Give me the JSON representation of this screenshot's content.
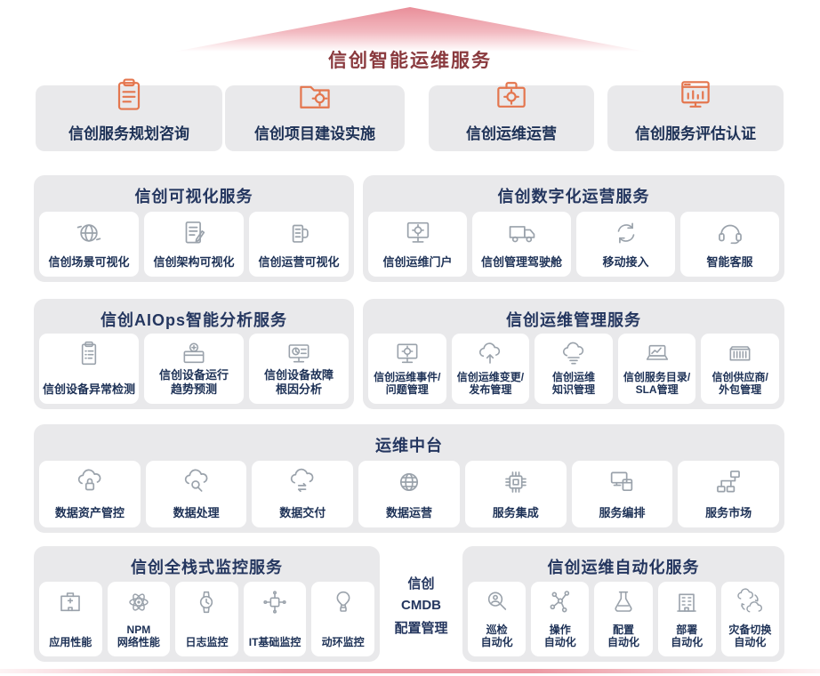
{
  "page": {
    "title": "信创智能运维服务"
  },
  "colors": {
    "accent_orange": "#e4764e",
    "navy_text": "#1d3156",
    "section_title_navy": "#24365f",
    "main_title_red": "#8a3a3e",
    "panel_gray": "#e9e9eb",
    "icon_gray": "#9aa2ab",
    "roof_pink": "#e98e99"
  },
  "top_services": [
    {
      "label": "信创服务规划咨询",
      "icon": "clipboard-pen-icon"
    },
    {
      "label": "信创项目建设实施",
      "icon": "folder-gear-icon"
    },
    {
      "label": "信创运维运营",
      "icon": "case-gear-icon"
    },
    {
      "label": "信创服务评估认证",
      "icon": "browser-chart-icon"
    }
  ],
  "sections": {
    "vis": {
      "title": "信创可视化服务",
      "items": [
        {
          "label": "信创场景可视化",
          "icon": "globe-arrows-icon"
        },
        {
          "label": "信创架构可视化",
          "icon": "doc-pen-icon"
        },
        {
          "label": "信创运营可视化",
          "icon": "mug-meter-icon"
        }
      ]
    },
    "digital": {
      "title": "信创数字化运营服务",
      "items": [
        {
          "label": "信创运维门户",
          "icon": "monitor-gear-icon"
        },
        {
          "label": "信创管理驾驶舱",
          "icon": "truck-icon"
        },
        {
          "label": "移动接入",
          "icon": "refresh-arrows-icon"
        },
        {
          "label": "智能客服",
          "icon": "vr-headset-icon"
        }
      ]
    },
    "aiops": {
      "title": "信创AIOps智能分析服务",
      "items": [
        {
          "label": "信创设备异常检测",
          "icon": "clipboard-list-icon"
        },
        {
          "label": "信创设备运行\n趋势预测",
          "icon": "medkit-icon"
        },
        {
          "label": "信创设备故障\n根因分析",
          "icon": "monitor-pie-icon"
        }
      ]
    },
    "mgmt": {
      "title": "信创运维管理服务",
      "items": [
        {
          "label": "信创运维事件/\n问题管理",
          "icon": "monitor-gear-icon"
        },
        {
          "label": "信创运维变更/\n发布管理",
          "icon": "cloud-upload-icon"
        },
        {
          "label": "信创运维\n知识管理",
          "icon": "cloud-layers-icon"
        },
        {
          "label": "信创服务目录/\nSLA管理",
          "icon": "laptop-chart-icon"
        },
        {
          "label": "信创供应商/\n外包管理",
          "icon": "container-icon"
        }
      ]
    },
    "platform": {
      "title": "运维中台",
      "items": [
        {
          "label": "数据资产管控",
          "icon": "cloud-lock-icon"
        },
        {
          "label": "数据处理",
          "icon": "cloud-search-icon"
        },
        {
          "label": "数据交付",
          "icon": "cloud-sync-icon"
        },
        {
          "label": "数据运营",
          "icon": "globe-grid-icon"
        },
        {
          "label": "服务集成",
          "icon": "chip-icon"
        },
        {
          "label": "服务编排",
          "icon": "screens-icon"
        },
        {
          "label": "服务市场",
          "icon": "server-network-icon"
        }
      ]
    },
    "monitor": {
      "title": "信创全栈式监控服务",
      "items": [
        {
          "label": "应用性能",
          "icon": "hospital-icon"
        },
        {
          "label": "NPM\n网络性能",
          "icon": "atom-icon"
        },
        {
          "label": "日志监控",
          "icon": "watch-icon"
        },
        {
          "label": "IT基础监控",
          "icon": "circuit-icon"
        },
        {
          "label": "动环监控",
          "icon": "balloon-icon"
        }
      ]
    },
    "cmdb": {
      "lines": [
        "信创",
        "CMDB",
        "配置管理"
      ]
    },
    "auto": {
      "title": "信创运维自动化服务",
      "items": [
        {
          "label": "巡检\n自动化",
          "icon": "magnifier-person-icon"
        },
        {
          "label": "操作\n自动化",
          "icon": "nodes-icon"
        },
        {
          "label": "配置\n自动化",
          "icon": "flask-icon"
        },
        {
          "label": "部署\n自动化",
          "icon": "building-icon"
        },
        {
          "label": "灾备切换\n自动化",
          "icon": "cloud-switch-icon"
        }
      ]
    }
  }
}
